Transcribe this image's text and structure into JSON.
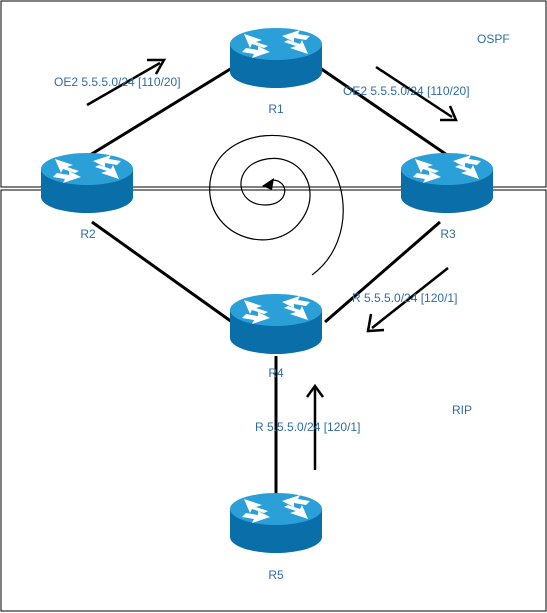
{
  "areas": {
    "ospf": "OSPF",
    "rip": "RIP"
  },
  "routers": {
    "r1": "R1",
    "r2": "R2",
    "r3": "R3",
    "r4": "R4",
    "r5": "R5"
  },
  "routes": {
    "r2_r1": "OE2 5.5.5.0/24 [110/20]",
    "r1_r3": "OE2 5.5.5.0/24 [110/20]",
    "r3_r4": "R 5.5.5.0/24 [120/1]",
    "r5_r4": "R 5.5.5.0/24 [120/1]"
  },
  "colors": {
    "router_top": "#2a9fd8",
    "router_side": "#0a6fa8",
    "label": "#2e6da4",
    "line": "#000000"
  }
}
